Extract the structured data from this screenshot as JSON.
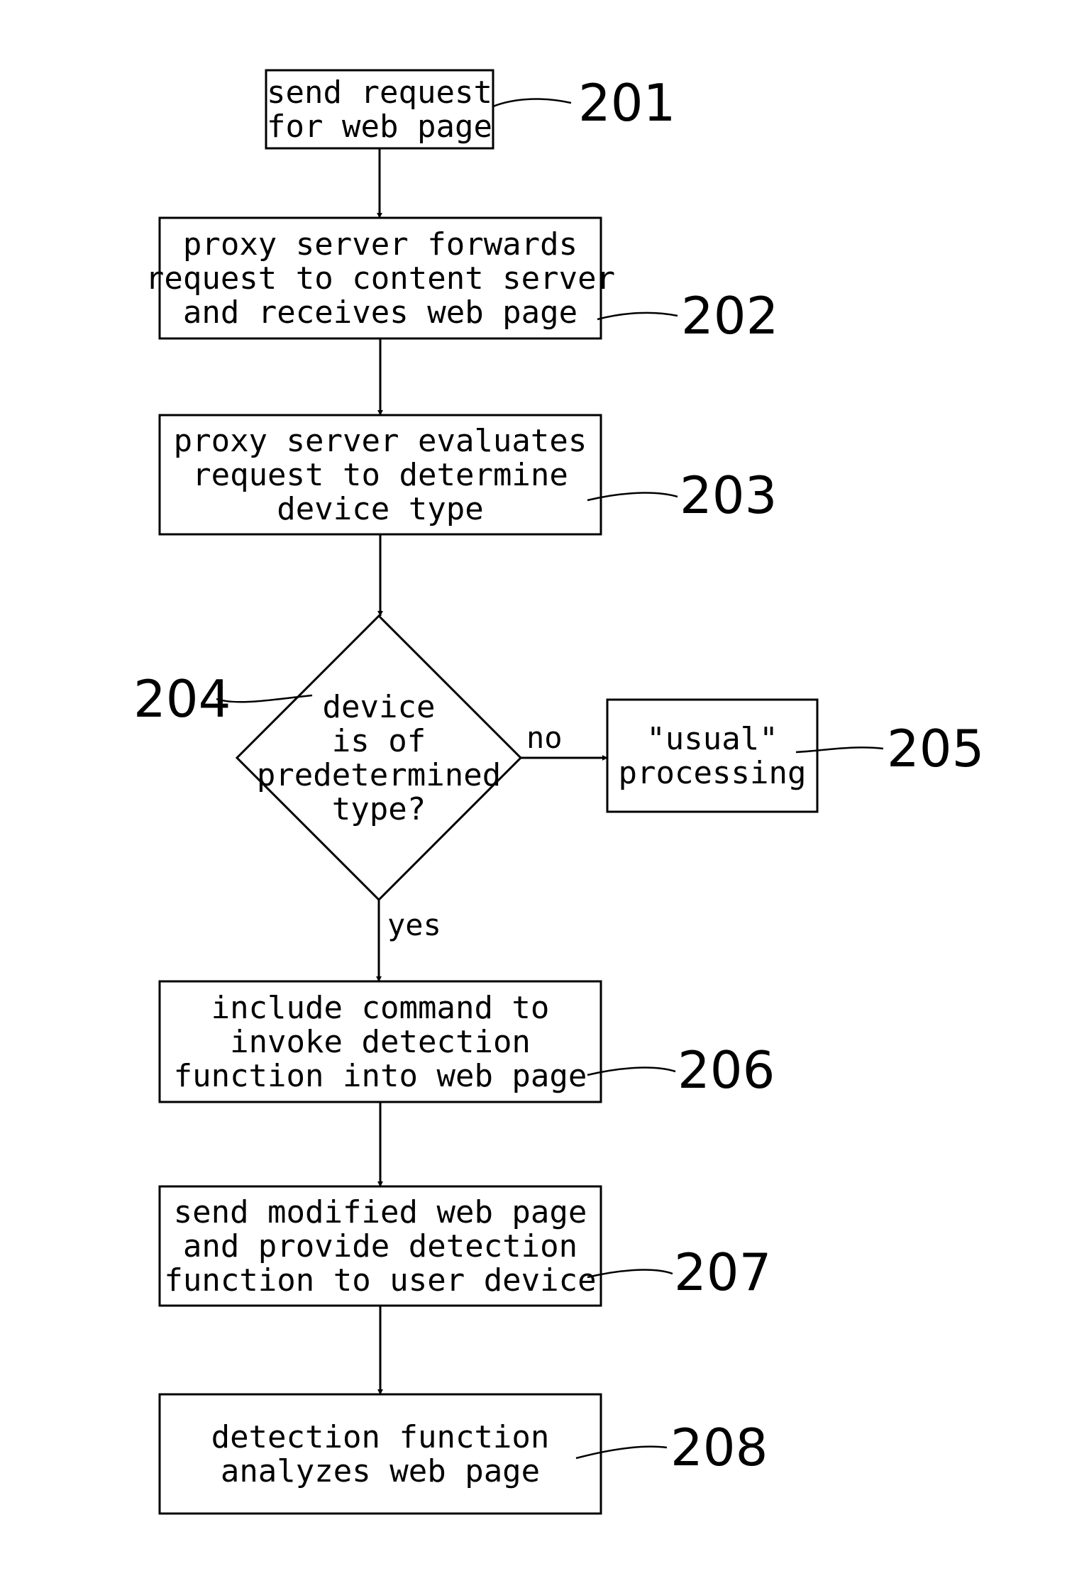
{
  "nodes": [
    {
      "id": "201",
      "shape": "rect",
      "ref": "201",
      "lines": [
        "send request",
        "for web page"
      ]
    },
    {
      "id": "202",
      "shape": "rect",
      "ref": "202",
      "lines": [
        "proxy server forwards",
        "request to content server",
        "and receives web page"
      ]
    },
    {
      "id": "203",
      "shape": "rect",
      "ref": "203",
      "lines": [
        "proxy server evaluates",
        "request to determine",
        "device type"
      ]
    },
    {
      "id": "204",
      "shape": "diamond",
      "ref": "204",
      "lines": [
        "device",
        "is of",
        "predetermined",
        "type?"
      ]
    },
    {
      "id": "205",
      "shape": "rect",
      "ref": "205",
      "lines": [
        "\"usual\"",
        "processing"
      ]
    },
    {
      "id": "206",
      "shape": "rect",
      "ref": "206",
      "lines": [
        "include command to",
        "invoke detection",
        "function into web page"
      ]
    },
    {
      "id": "207",
      "shape": "rect",
      "ref": "207",
      "lines": [
        "send modified web page",
        "and provide detection",
        "function to user device"
      ]
    },
    {
      "id": "208",
      "shape": "rect",
      "ref": "208",
      "lines": [
        "detection function",
        "analyzes web page"
      ]
    }
  ],
  "edges": [
    {
      "from": "201",
      "to": "202",
      "label": ""
    },
    {
      "from": "202",
      "to": "203",
      "label": ""
    },
    {
      "from": "203",
      "to": "204",
      "label": ""
    },
    {
      "from": "204",
      "to": "205",
      "label": "no"
    },
    {
      "from": "204",
      "to": "206",
      "label": "yes"
    },
    {
      "from": "206",
      "to": "207",
      "label": ""
    },
    {
      "from": "207",
      "to": "208",
      "label": ""
    }
  ]
}
